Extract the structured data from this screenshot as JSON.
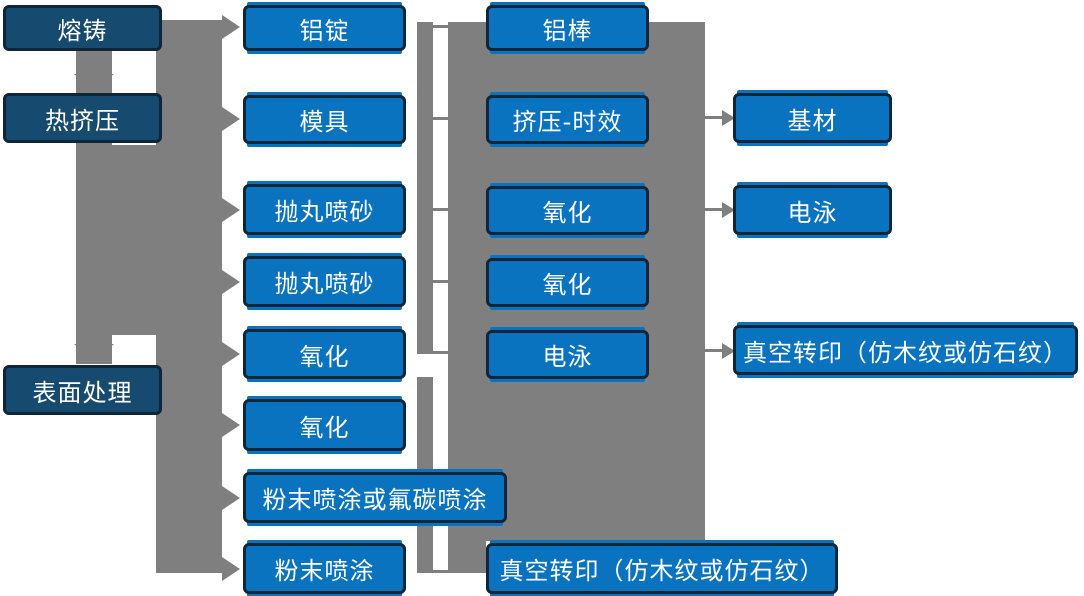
{
  "colors": {
    "box_blue": "#0a73c0",
    "box_dark": "#174a6f",
    "node_border": "#0e2639",
    "connector_gray": "#7f7f7f",
    "text_white": "#ffffff"
  },
  "nodes": {
    "melting": "熔铸",
    "hot_extrusion": "热挤压",
    "surface_treatment": "表面处理",
    "aluminum_ingot": "铝锭",
    "mold": "模具",
    "shot_blasting_1": "抛丸喷砂",
    "shot_blasting_2": "抛丸喷砂",
    "oxidation_1": "氧化",
    "oxidation_2": "氧化",
    "powder_or_fluorocarbon": "粉末喷涂或氟碳喷涂",
    "powder_coating": "粉末喷涂",
    "aluminum_bar": "铝棒",
    "extrusion_aging": "挤压-时效",
    "oxidation_3": "氧化",
    "oxidation_4": "氧化",
    "electrophoresis_1": "电泳",
    "vacuum_transfer_1": "真空转印（仿木纹或仿石纹）",
    "base_material": "基材",
    "electrophoresis_2": "电泳",
    "vacuum_transfer_2": "真空转印（仿木纹或仿石纹）"
  }
}
